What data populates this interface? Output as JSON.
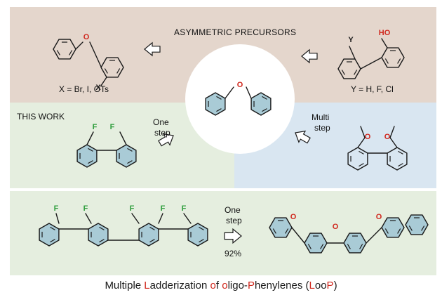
{
  "colors": {
    "top_panel": "#e4d6cc",
    "green_panel": "#e5eedf",
    "blue_panel": "#d9e6f1",
    "ring_fill": "#a9cbd6",
    "bond": "#1a1a1a",
    "fluorine": "#2e9d3c",
    "oxygen": "#d0281e",
    "highlight": "#d0281e",
    "arrow": "#ffffff"
  },
  "icons": [
    "hollow-arrow-icon"
  ],
  "top_panel": {
    "title": "ASYMMETRIC PRECURSORS",
    "left_label": "X = Br, I, OTs",
    "right_label": "Y = H, F, Cl",
    "left_sub_atom_x": "X",
    "left_ether_atom": "O",
    "right_sub_atom_y": "Y",
    "right_hydroxyl": "HO"
  },
  "center": {
    "oxygen": "O"
  },
  "this_work": {
    "label": "THIS WORK",
    "step_line1": "One",
    "step_line2": "step",
    "fluorine": "F"
  },
  "multi_step": {
    "line1": "Multi",
    "line2": "step"
  },
  "bottom": {
    "step_line1": "One",
    "step_line2": "step",
    "yield": "92%",
    "fluorine": "F",
    "oxygen": "O"
  },
  "caption": {
    "parts": [
      {
        "text": "Multiple ",
        "hl": false
      },
      {
        "text": "L",
        "hl": true
      },
      {
        "text": "adderization ",
        "hl": false
      },
      {
        "text": "o",
        "hl": true
      },
      {
        "text": "f ",
        "hl": false
      },
      {
        "text": "o",
        "hl": true
      },
      {
        "text": "ligo-",
        "hl": false
      },
      {
        "text": "P",
        "hl": true
      },
      {
        "text": "henylenes (",
        "hl": false
      },
      {
        "text": "L",
        "hl": true
      },
      {
        "text": "oo",
        "hl": false
      },
      {
        "text": "P",
        "hl": true
      },
      {
        "text": ")",
        "hl": false
      }
    ]
  }
}
